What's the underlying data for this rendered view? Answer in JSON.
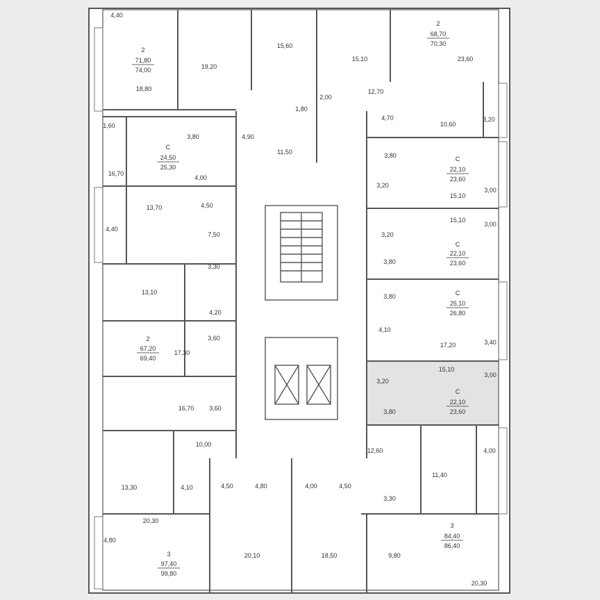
{
  "colors": {
    "wall": "#555555",
    "floor": "#ffffff",
    "background": "#ededed",
    "highlight": "#e3e3e3"
  },
  "rooms": [
    {
      "id": "r01",
      "label": "4,40"
    },
    {
      "id": "r02",
      "label": "18,80"
    },
    {
      "id": "r03",
      "label": "19,20"
    },
    {
      "id": "r04",
      "label": "15,60"
    },
    {
      "id": "r05",
      "label": "15,10"
    },
    {
      "id": "r06",
      "label": "23,60"
    },
    {
      "id": "r07",
      "label": "2,00"
    },
    {
      "id": "r08",
      "label": "12,70"
    },
    {
      "id": "r09",
      "label": "1,80"
    },
    {
      "id": "r10",
      "label": "1,60"
    },
    {
      "id": "r11",
      "label": "3,80"
    },
    {
      "id": "r12",
      "label": "4,90"
    },
    {
      "id": "r13",
      "label": "11,50"
    },
    {
      "id": "r14",
      "label": "4,70"
    },
    {
      "id": "r15",
      "label": "10,60"
    },
    {
      "id": "r16",
      "label": "3,20"
    },
    {
      "id": "r17",
      "label": "16,70"
    },
    {
      "id": "r18",
      "label": "4,00"
    },
    {
      "id": "r19",
      "label": "3,80"
    },
    {
      "id": "r20",
      "label": "3,20"
    },
    {
      "id": "r21",
      "label": "3,00"
    },
    {
      "id": "r22",
      "label": "15,10"
    },
    {
      "id": "r23",
      "label": "13,70"
    },
    {
      "id": "r24",
      "label": "4,50"
    },
    {
      "id": "r25",
      "label": "4,40"
    },
    {
      "id": "r26",
      "label": "7,50"
    },
    {
      "id": "r27",
      "label": "15,10"
    },
    {
      "id": "r28",
      "label": "3,00"
    },
    {
      "id": "r29",
      "label": "3,20"
    },
    {
      "id": "r30",
      "label": "3,30"
    },
    {
      "id": "r31",
      "label": "3,80"
    },
    {
      "id": "r32",
      "label": "13,10"
    },
    {
      "id": "r33",
      "label": "3,80"
    },
    {
      "id": "r34",
      "label": "4,20"
    },
    {
      "id": "r35",
      "label": "4,10"
    },
    {
      "id": "r36",
      "label": "3,60"
    },
    {
      "id": "r37",
      "label": "17,30"
    },
    {
      "id": "r38",
      "label": "17,20"
    },
    {
      "id": "r39",
      "label": "3,40"
    },
    {
      "id": "r40",
      "label": "15,10"
    },
    {
      "id": "r41",
      "label": "3,20"
    },
    {
      "id": "r42",
      "label": "3,00"
    },
    {
      "id": "r43",
      "label": "16,70"
    },
    {
      "id": "r44",
      "label": "3,60"
    },
    {
      "id": "r45",
      "label": "3,80"
    },
    {
      "id": "r46",
      "label": "10,00"
    },
    {
      "id": "r47",
      "label": "12,60"
    },
    {
      "id": "r48",
      "label": "4,00"
    },
    {
      "id": "r49",
      "label": "13,30"
    },
    {
      "id": "r50",
      "label": "4,10"
    },
    {
      "id": "r51",
      "label": "4,50"
    },
    {
      "id": "r52",
      "label": "4,80"
    },
    {
      "id": "r53",
      "label": "4,00"
    },
    {
      "id": "r54",
      "label": "4,50"
    },
    {
      "id": "r55",
      "label": "11,40"
    },
    {
      "id": "r56",
      "label": "3,30"
    },
    {
      "id": "r57",
      "label": "20,30"
    },
    {
      "id": "r58",
      "label": "4,80"
    },
    {
      "id": "r59",
      "label": "20,10"
    },
    {
      "id": "r60",
      "label": "18,50"
    },
    {
      "id": "r61",
      "label": "9,80"
    },
    {
      "id": "r62",
      "label": "20,30"
    }
  ],
  "units": [
    {
      "id": "u01",
      "type": "2",
      "area_living": "71,80",
      "area_total": "74,00"
    },
    {
      "id": "u02",
      "type": "2",
      "area_living": "68,70",
      "area_total": "70,30"
    },
    {
      "id": "u03",
      "type": "С",
      "area_living": "24,50",
      "area_total": "25,30"
    },
    {
      "id": "u04",
      "type": "С",
      "area_living": "22,10",
      "area_total": "23,60"
    },
    {
      "id": "u05",
      "type": "С",
      "area_living": "22,10",
      "area_total": "23,60"
    },
    {
      "id": "u06",
      "type": "С",
      "area_living": "25,10",
      "area_total": "26,80"
    },
    {
      "id": "u07",
      "type": "2",
      "area_living": "67,20",
      "area_total": "69,40"
    },
    {
      "id": "u08",
      "type": "С",
      "area_living": "22,10",
      "area_total": "23,60",
      "highlighted": true
    },
    {
      "id": "u09",
      "type": "3",
      "area_living": "84,40",
      "area_total": "86,40"
    },
    {
      "id": "u10",
      "type": "3",
      "area_living": "97,40",
      "area_total": "99,80"
    }
  ]
}
